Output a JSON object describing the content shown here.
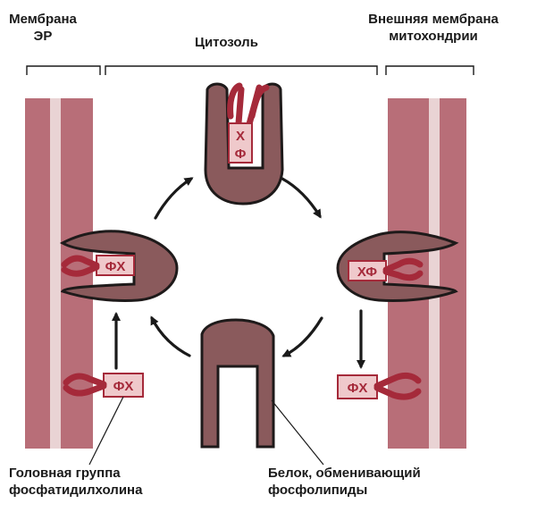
{
  "labels": {
    "er_membrane_line1": "Мембрана",
    "er_membrane_line2": "ЭР",
    "cytosol": "Цитозоль",
    "mito_membrane_line1": "Внешняя мембрана",
    "mito_membrane_line2": "митохондрии",
    "head_group_line1": "Головная группа",
    "head_group_line2": "фосфатидилхолина",
    "protein_line1": "Белок, обменивающий",
    "protein_line2": "фосфолипиды"
  },
  "symbols": {
    "fx": "ФХ",
    "xf": "ХФ",
    "x_top": "Х",
    "f_bottom": "Ф"
  },
  "colors": {
    "membrane": "#b86e78",
    "membrane_core": "#e9d3d4",
    "protein_fill": "#8a5a5c",
    "protein_stroke": "#1e1a1a",
    "lipid_tail": "#a52a3a",
    "box_fill": "#efc9cb",
    "box_stroke": "#a52a3a",
    "arrow": "#1a1a1a"
  }
}
